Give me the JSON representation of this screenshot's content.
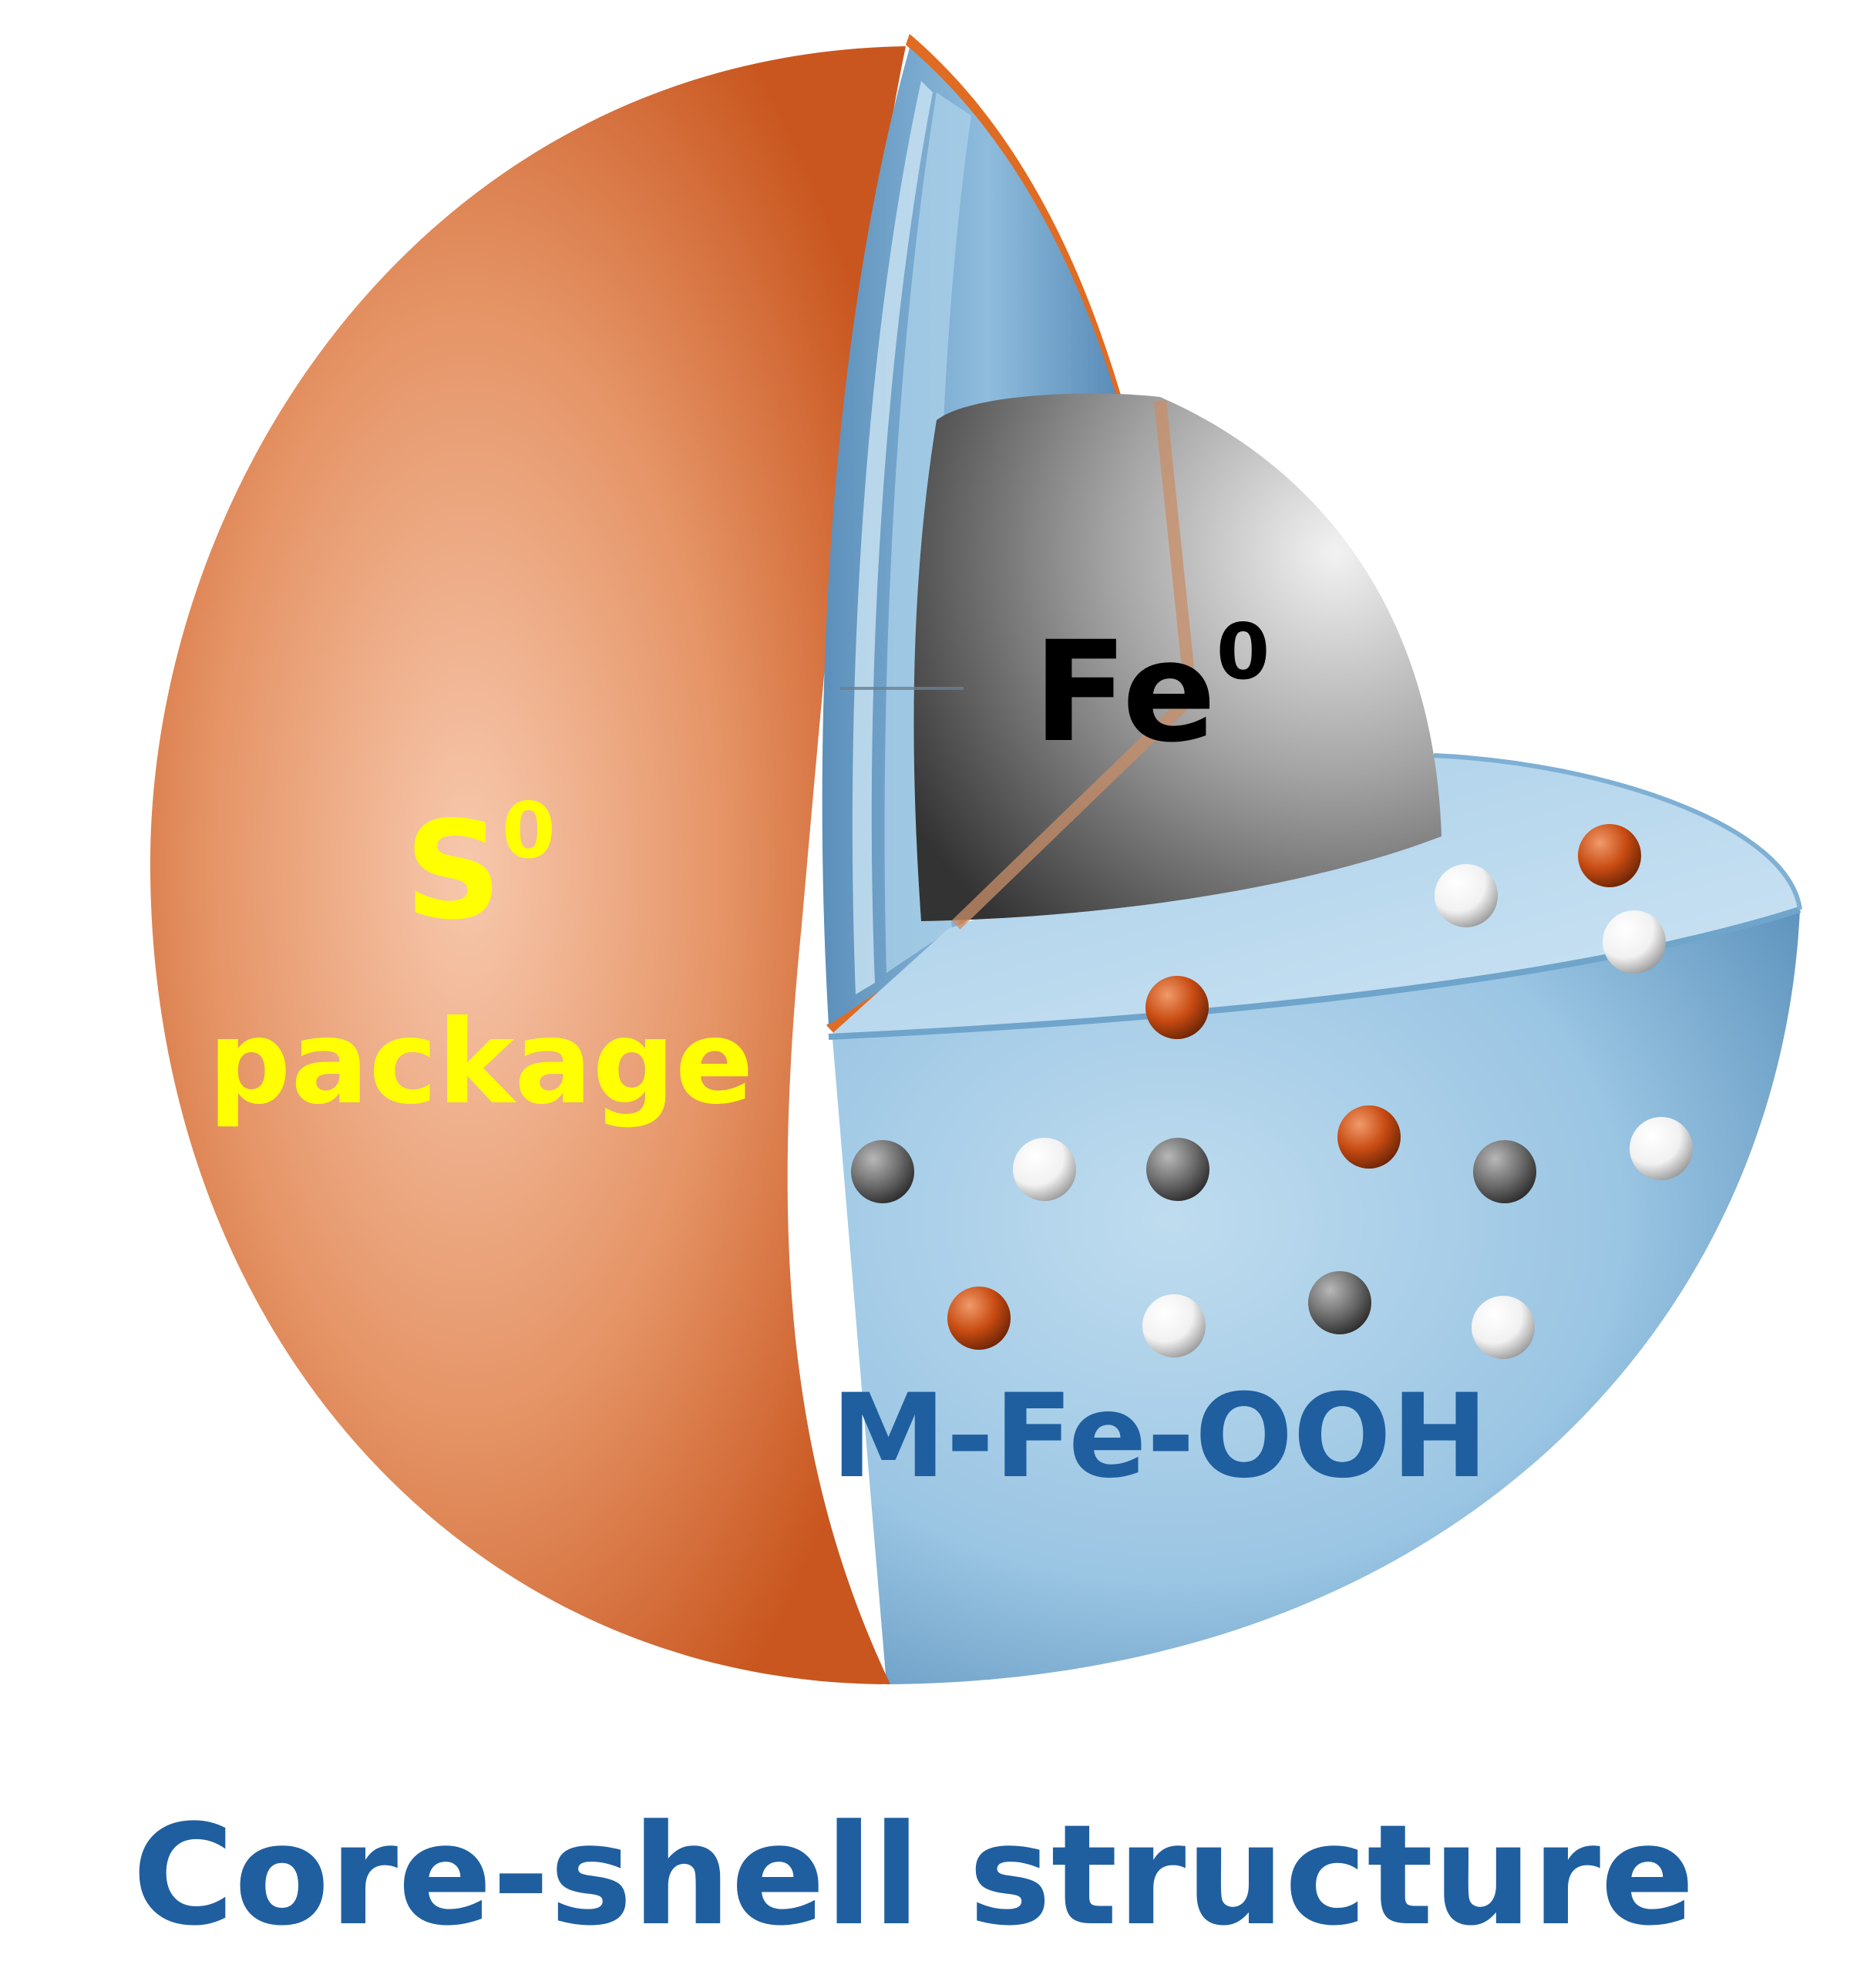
{
  "labels": {
    "shell_outer": "S",
    "shell_outer_sup": "0",
    "shell_outer_line2": "package",
    "core": "Fe",
    "core_sup": "0",
    "middle_layer": "M-Fe-OOH",
    "caption": "Core-shell structure"
  },
  "colors": {
    "outer_shell": "#d2622a",
    "outer_shell_light": "#f6c4aa",
    "middle_layer_light": "#b8d8ec",
    "middle_layer_dark": "#4e86b2",
    "core_light": "#e0e0e0",
    "core_dark": "#3a3a3a",
    "s_label": "#ffff00",
    "fe_label": "#000000",
    "blue_label": "#1f5fa0",
    "particle_orange": "#c84b12",
    "particle_white": "#ffffff",
    "particle_gray": "#6e6e6e"
  }
}
